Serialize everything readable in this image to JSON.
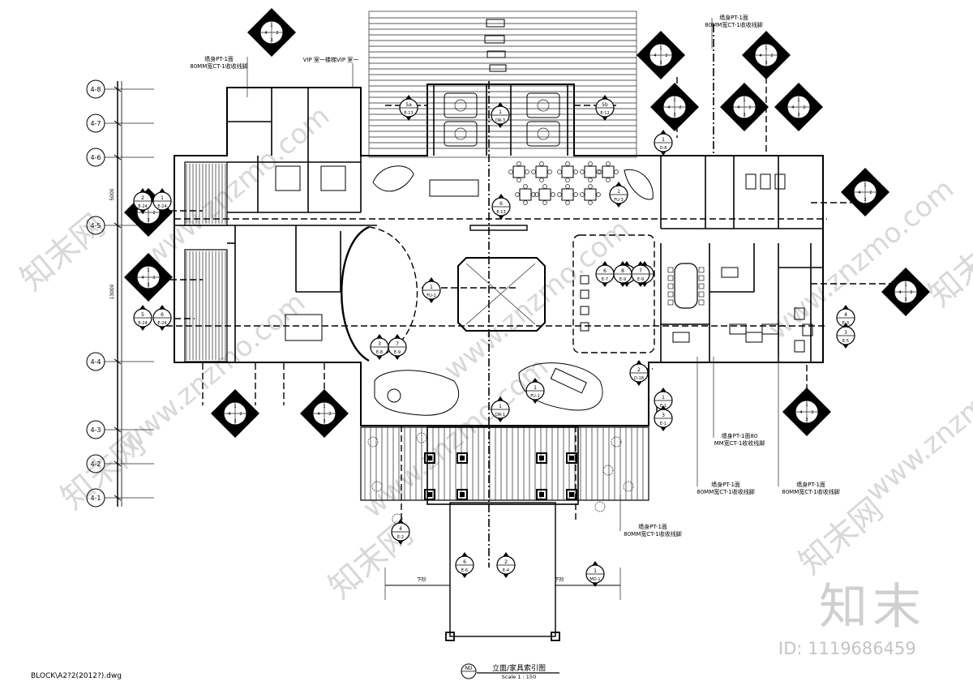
{
  "file_name": "BLOCK\\A2?2(2012?).dwg",
  "title": {
    "ref_tag": "ND",
    "main": "立面/家具索引图",
    "scale": "Scale 1 : 150"
  },
  "axis_labels": [
    "4-8",
    "4-7",
    "4-6",
    "4-5",
    "4-4",
    "4-3",
    "4-2",
    "4-1"
  ],
  "axis_dims": [
    "5000",
    "13000"
  ],
  "wall_notes": [
    {
      "line1": "墙身PT-1面",
      "line2": "80MM宽CT-1收收线脚"
    },
    {
      "line1": "VIP 室一楼梯VIP 室一",
      "line2": ""
    },
    {
      "line1": "墙身PT-1面",
      "line2": "80MM宽CT-1收收线脚"
    },
    {
      "line1": "墙身PT-1面80",
      "line2": "MM宽CT-1收收线脚"
    },
    {
      "line1": "墙身PT-1面",
      "line2": "80MM宽CT-1收收线脚"
    },
    {
      "line1": "墙身PT-1面",
      "line2": "80MM宽CT-1收收线脚"
    },
    {
      "line1": "墙身PT-1面",
      "line2": "80MM宽CT-1收收线脚"
    }
  ],
  "diamond_tags": [
    {
      "n": [
        "1",
        "2",
        "4",
        "3"
      ],
      "e": [
        "E-17",
        "E-17",
        "E-17",
        "E-17"
      ]
    },
    {
      "n": [
        "1",
        "2",
        "4",
        "3"
      ],
      "e": [
        "E-11",
        "E-10",
        "E-11",
        "E-11"
      ]
    },
    {
      "n": [
        "1",
        "2",
        "4",
        "3"
      ],
      "e": [
        "E-16",
        "E-16",
        "E-16",
        "E-16"
      ]
    },
    {
      "n": [
        "1",
        "2",
        "4",
        "3"
      ],
      "e": [
        "E-22",
        "E-22",
        "E-22",
        "E-22"
      ]
    },
    {
      "n": [
        "1",
        "2",
        "4",
        "3"
      ],
      "e": [
        "E-21",
        "E-21",
        "E-21",
        "E-21"
      ]
    },
    {
      "n": [
        "1",
        "2",
        "4",
        "3"
      ],
      "e": [
        "E-20",
        "E-20",
        "E-20",
        "E-20"
      ]
    },
    {
      "n": [
        "1",
        "2",
        "4",
        "3"
      ],
      "e": [
        "E-14",
        "E-14",
        "E-14",
        "E-14"
      ]
    },
    {
      "n": [
        "1",
        "2",
        "4",
        "3"
      ],
      "e": [
        "E-15",
        "E-15",
        "E-15",
        "E-15"
      ]
    },
    {
      "n": [
        "1",
        "2",
        "4",
        "3"
      ],
      "e": [
        "E-23",
        "E-23",
        "E-23",
        "E-23"
      ]
    },
    {
      "n": [
        "1",
        "2",
        "4",
        "3"
      ],
      "e": [
        "E-18",
        "E-18",
        "E-18",
        "E-18"
      ]
    },
    {
      "n": [
        "1",
        "2",
        "4",
        "3"
      ],
      "e": [
        "E-26",
        "E-26",
        "E-26",
        "E-26"
      ]
    },
    {
      "n": [
        "1",
        "2",
        "4",
        "3"
      ],
      "e": [
        "E-25",
        "E-25",
        "E-25",
        "E-25"
      ]
    },
    {
      "n": [
        "1",
        "2",
        "4",
        "3"
      ],
      "e": [
        "E-19",
        "E-19",
        "E-19",
        "E-19"
      ]
    }
  ],
  "circle_tags": [
    {
      "top": "5a",
      "bottom": "E-13"
    },
    {
      "top": "5b",
      "bottom": "E-12"
    },
    {
      "top": "1",
      "bottom": "DR-3"
    },
    {
      "top": "1",
      "bottom": "D-8"
    },
    {
      "top": "6",
      "bottom": "E-13"
    },
    {
      "top": "1",
      "bottom": "FU-3"
    },
    {
      "top": "1",
      "bottom": "FU-2"
    },
    {
      "top": "1",
      "bottom": "FU-1"
    },
    {
      "top": "1",
      "bottom": "DR-1"
    },
    {
      "top": "2",
      "bottom": "D-18"
    },
    {
      "top": "4",
      "bottom": "E-2"
    },
    {
      "top": "6",
      "bottom": "E-6"
    },
    {
      "top": "2",
      "bottom": "E-4"
    },
    {
      "top": "1",
      "bottom": "MD-1"
    },
    {
      "top": "1",
      "bottom": "E-1"
    },
    {
      "top": "3",
      "bottom": "E-1"
    },
    {
      "top": "4",
      "bottom": "E-3"
    },
    {
      "top": "3",
      "bottom": "E-5"
    },
    {
      "top": "5",
      "bottom": "E-24"
    },
    {
      "top": "6",
      "bottom": "E-24"
    },
    {
      "top": "2",
      "bottom": "E-24"
    },
    {
      "top": "1",
      "bottom": "E-24"
    },
    {
      "top": "3",
      "bottom": "E-8"
    },
    {
      "top": "7",
      "bottom": "E-9"
    },
    {
      "top": "1",
      "bottom": "E-9"
    },
    {
      "top": "5",
      "bottom": "E-7"
    },
    {
      "top": "6",
      "bottom": "E-7"
    },
    {
      "top": "8",
      "bottom": "E-9"
    },
    {
      "top": "7",
      "bottom": "E-9"
    }
  ],
  "step_labels": [
    "下阶",
    "下阶"
  ],
  "brand": {
    "logo": "知末",
    "id": "ID: 1119686459",
    "watermark": "www.znzmo.com",
    "watermark_cn": "知末网"
  }
}
